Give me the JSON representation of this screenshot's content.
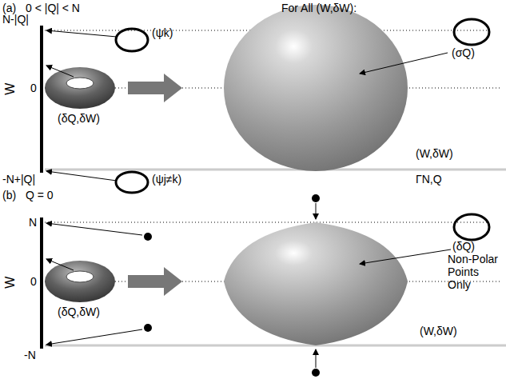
{
  "diagram": {
    "labels": [
      "(a)",
      "0 < |Q| < N",
      "N-|Q|",
      "W",
      "0",
      "-N+|Q|",
      "(ψk)",
      "(ψj≠k)",
      "(δQ,δW)",
      "For All (W,δW):",
      "(σQ)",
      "(W,δW)",
      "ΓN,Q",
      "(b)",
      "Q = 0",
      "N",
      "W",
      "0",
      "-N",
      "(δQ,δW)",
      "(δQ)",
      "Non-Polar Points Only",
      "(W,δW)"
    ]
  }
}
